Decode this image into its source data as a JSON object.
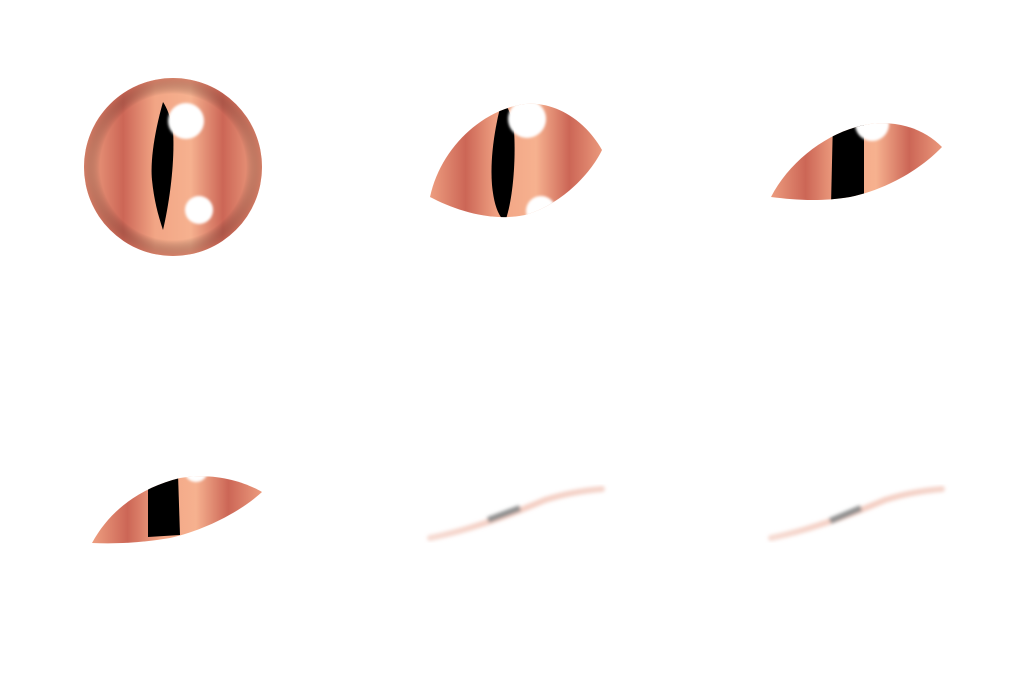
{
  "sprite_sheet": {
    "description_visible_text": "",
    "colors": {
      "iris_light": "#f2a585",
      "iris_mid": "#e88a70",
      "iris_dark": "#cc6656",
      "pupil": "#000000",
      "highlight": "#ffffff",
      "background": "#ffffff",
      "closed_lid": "#f3c8bb",
      "closed_pupil": "#8f8f8f"
    },
    "frames": [
      {
        "state": "open",
        "openness": 1.0
      },
      {
        "state": "half-open",
        "openness": 0.65
      },
      {
        "state": "narrowing",
        "openness": 0.42
      },
      {
        "state": "almost-closed",
        "openness": 0.2
      },
      {
        "state": "closed",
        "openness": 0.0
      },
      {
        "state": "closed",
        "openness": 0.0
      }
    ]
  }
}
